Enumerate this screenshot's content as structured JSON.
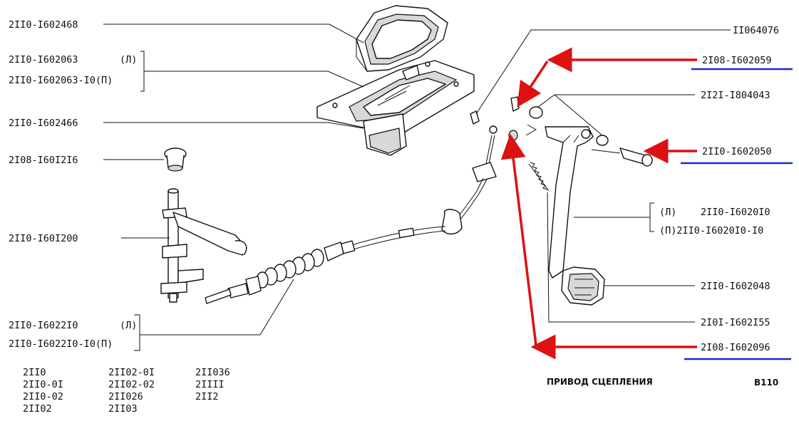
{
  "title": "ПРИВОД СЦЕПЛЕНИЯ",
  "page_code": "B110",
  "colors": {
    "highlight_arrow": "#dd1111",
    "underline": "#1a2ccc",
    "ink": "#111111"
  },
  "labels": {
    "p1": "2II0-I602468",
    "p2a": "2II0-I602063",
    "p2a_side": "(Л)",
    "p2b": "2II0-I602063-I0(П)",
    "p3": "2II0-I602466",
    "p4": "2I08-I60I2I6",
    "p5": "2II0-I60I200",
    "p6a": "2II0-I6022I0",
    "p6a_side": "(Л)",
    "p6b": "2II0-I6022I0-I0(П)",
    "r1": "II064076",
    "r2": "2I08-I602059",
    "r3": "2I2I-I804043",
    "r4": "2II0-I602050",
    "r5a_side": "(Л)",
    "r5a": "2II0-I6020I0",
    "r5b": "(П)2II0-I6020I0-I0",
    "r6": "2II0-I602048",
    "r7": "2I0I-I602I55",
    "r8": "2I08-I602096"
  },
  "models": {
    "col1": [
      "2II0",
      "2II0-0I",
      "2II0-02",
      "2II02"
    ],
    "col2": [
      "2II02-0I",
      "2II02-02",
      "2II026",
      "2II03"
    ],
    "col3": [
      "2II036",
      "2IIII",
      "2II2"
    ]
  }
}
